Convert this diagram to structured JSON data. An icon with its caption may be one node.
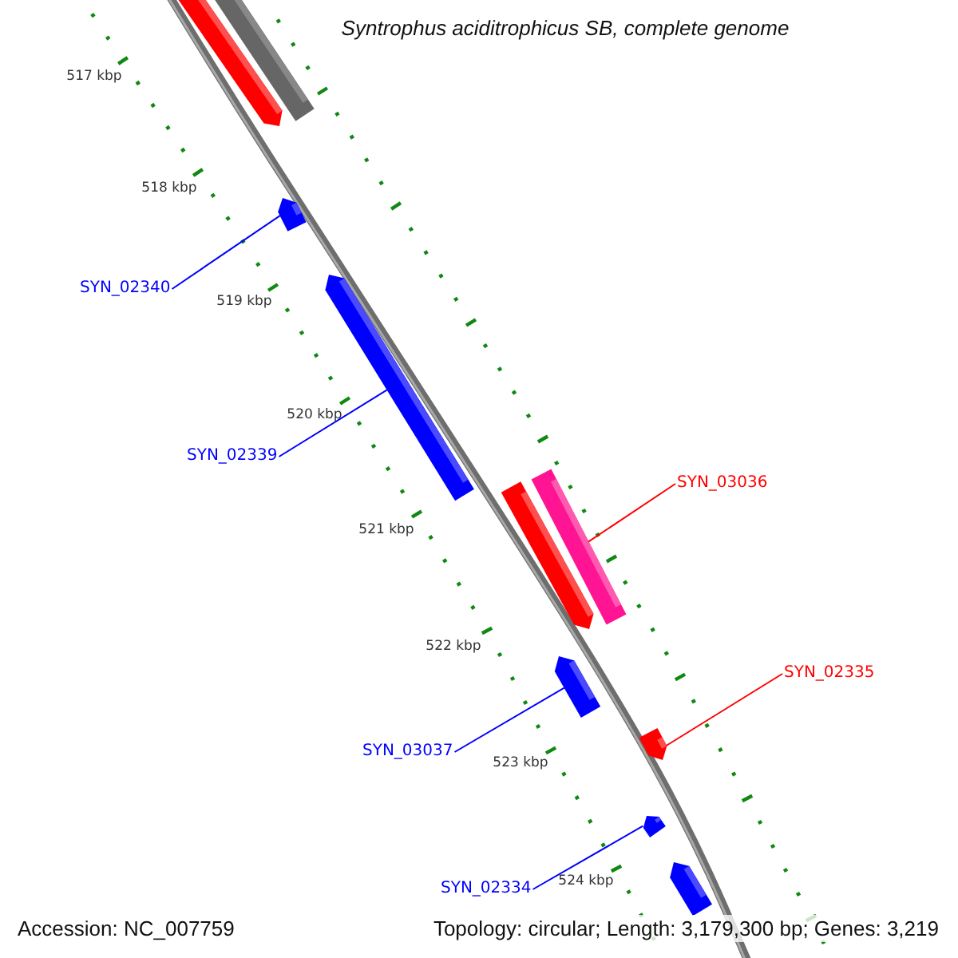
{
  "diagram": {
    "title": "Syntrophus aciditrophicus SB, complete genome",
    "nodes": [
      {
        "text": [],
        "shape": "bar"
      },
      {
        "text": [],
        "shape": "bar"
      },
      {
        "text": [],
        "shape": "bar"
      },
      {
        "text": [
          "SYN_02340"
        ]
      },
      {
        "text": [],
        "shape": "bar"
      },
      {
        "text": [
          "SYN_02339"
        ]
      },
      {
        "text": [
          "SYN_03036"
        ]
      },
      {
        "text": [],
        "shape": "bar"
      },
      {
        "text": [],
        "shape": "bar"
      },
      {
        "text": [],
        "shape": "bar"
      },
      {
        "text": [
          "SYN_02335"
        ]
      },
      {
        "text": [
          "SYN_03037"
        ]
      },
      {
        "text": [],
        "shape": "bar"
      },
      {
        "text": [],
        "shape": "bar"
      },
      {
        "text": [
          "SYN_02334"
        ]
      },
      {
        "text": [],
        "shape": "bar"
      }
    ],
    "edges": [
      {
        "from": 3,
        "to": 2,
        "arrow": "none",
        "color": "#0000ff"
      },
      {
        "from": 5,
        "to": 4,
        "arrow": "none",
        "color": "#0000ff"
      },
      {
        "from": 6,
        "to": 7,
        "arrow": "none",
        "color": "#ff0000"
      },
      {
        "from": 10,
        "to": 12,
        "arrow": "none",
        "color": "#ff0000"
      },
      {
        "from": 11,
        "to": 9,
        "arrow": "none",
        "color": "#0000ff"
      },
      {
        "from": 14,
        "to": 13,
        "arrow": "none",
        "color": "#0000ff"
      }
    ],
    "labels": [
      "517 kbp",
      "518 kbp",
      "519 kbp",
      "520 kbp",
      "521 kbp",
      "522 kbp",
      "523 kbp",
      "524 kbp",
      "Accession: NC_007759",
      "Topology: circular; Length: 3,179,300 bp; Genes: 3,219"
    ]
  }
}
